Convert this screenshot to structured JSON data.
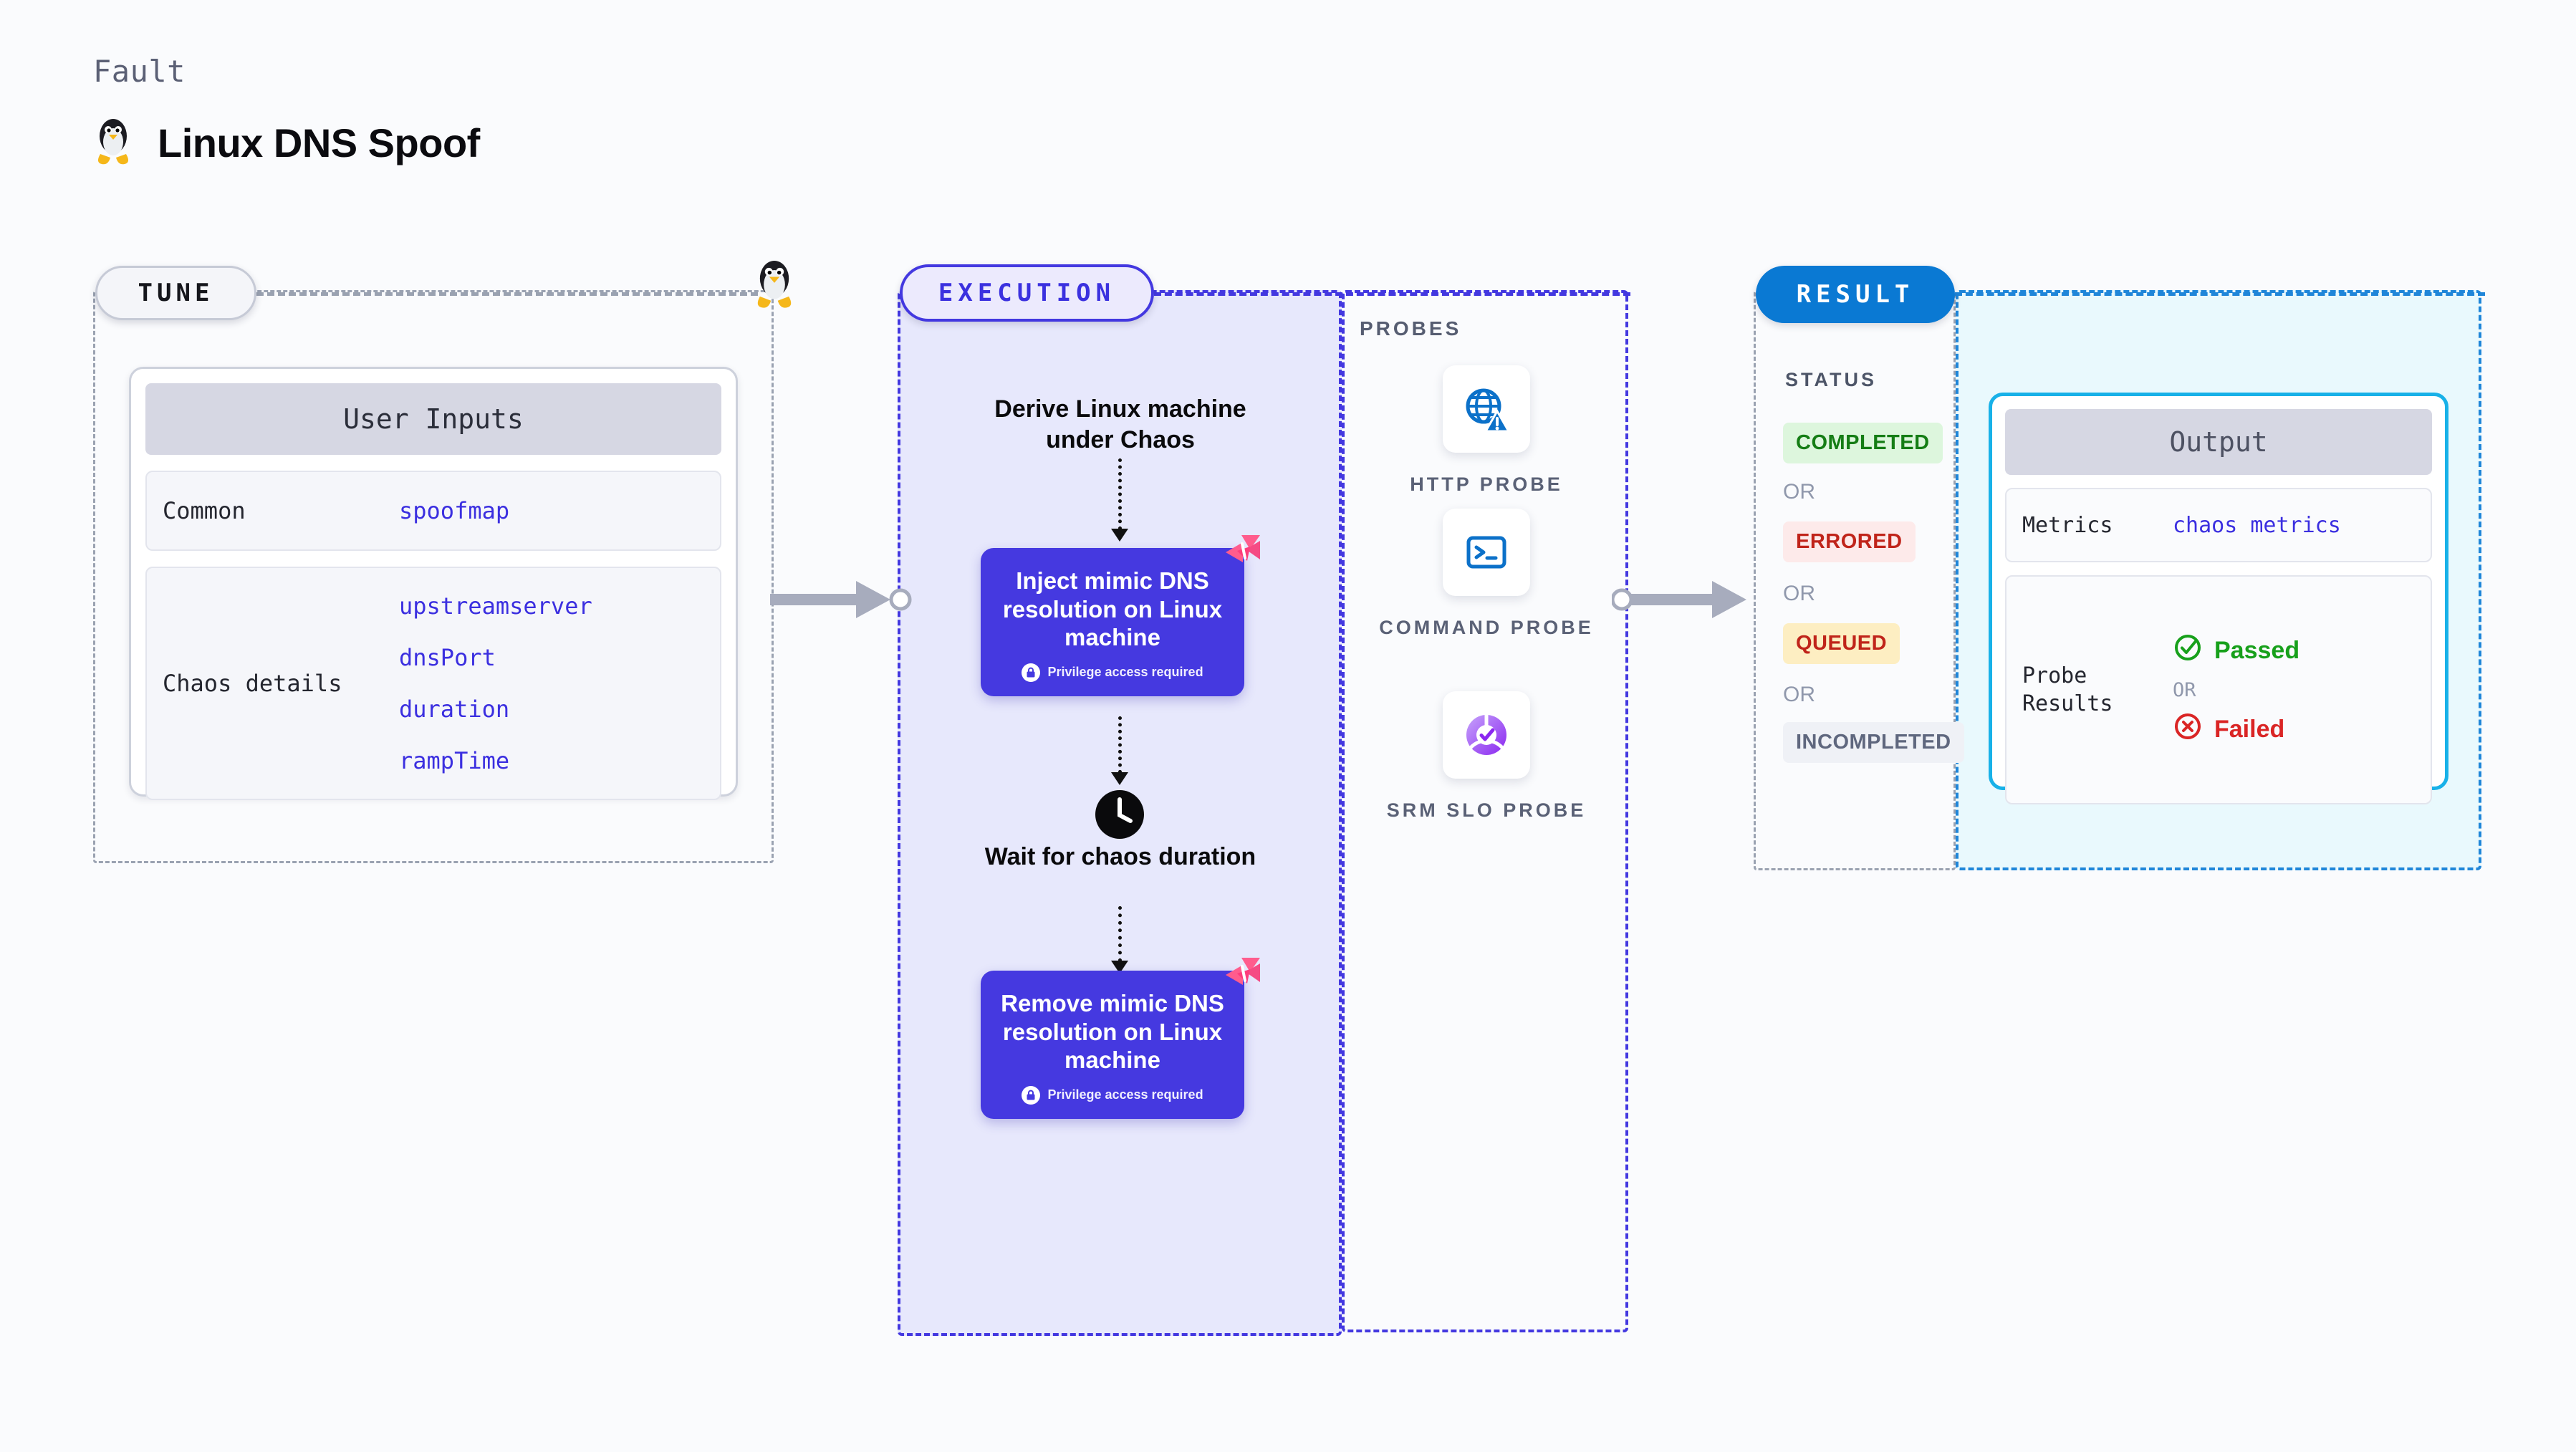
{
  "header": {
    "kicker": "Fault",
    "title": "Linux DNS Spoof",
    "icon": "linux-penguin-icon"
  },
  "tune": {
    "pill_label": "TUNE",
    "rail_icon": "linux-penguin-icon",
    "card": {
      "header": "User Inputs",
      "rows": [
        {
          "key": "Common",
          "values": [
            "spoofmap"
          ]
        },
        {
          "key": "Chaos details",
          "values": [
            "upstreamserver",
            "dnsPort",
            "duration",
            "rampTime"
          ]
        }
      ]
    }
  },
  "execution": {
    "pill_label": "EXECUTION",
    "steps": [
      {
        "type": "label",
        "text": "Derive Linux machine under Chaos"
      },
      {
        "type": "card",
        "title": "Inject mimic DNS resolution on Linux machine",
        "note": "Privilege access required",
        "badge": "harness-logo-icon",
        "lock": "lock-icon"
      },
      {
        "type": "label",
        "text": "Wait for chaos duration",
        "icon": "clock-icon"
      },
      {
        "type": "card",
        "title": "Remove mimic DNS resolution on Linux machine",
        "note": "Privilege access required",
        "badge": "harness-logo-icon",
        "lock": "lock-icon"
      }
    ]
  },
  "probes": {
    "section_label": "PROBES",
    "items": [
      {
        "name": "HTTP PROBE",
        "icon": "globe-warning-icon"
      },
      {
        "name": "COMMAND PROBE",
        "icon": "terminal-icon"
      },
      {
        "name": "SRM SLO PROBE",
        "icon": "slo-donut-check-icon"
      }
    ]
  },
  "result": {
    "pill_label": "RESULT",
    "status_label": "STATUS",
    "or_label": "OR",
    "statuses": [
      {
        "label": "COMPLETED",
        "bg": "#ddf6dd",
        "fg": "#157d15"
      },
      {
        "label": "ERRORED",
        "bg": "#fdeaea",
        "fg": "#c0241a"
      },
      {
        "label": "QUEUED",
        "bg": "#fdeec2",
        "fg": "#c0241a"
      },
      {
        "label": "INCOMPLETED",
        "bg": "#eff1f6",
        "fg": "#5f677e"
      }
    ],
    "output": {
      "header": "Output",
      "metrics_key": "Metrics",
      "metrics_value": "chaos metrics",
      "probe_key": "Probe Results",
      "passed_label": "Passed",
      "failed_label": "Failed",
      "or_label": "OR",
      "passed_icon": "check-circle-icon",
      "failed_icon": "x-circle-icon"
    }
  },
  "colors": {
    "accent_purple": "#4539e0",
    "accent_blue": "#0a79d3",
    "accent_cyan": "#18b1e8",
    "harness_pink": "#ff5c8d",
    "page_bg": "#fafbfd"
  }
}
